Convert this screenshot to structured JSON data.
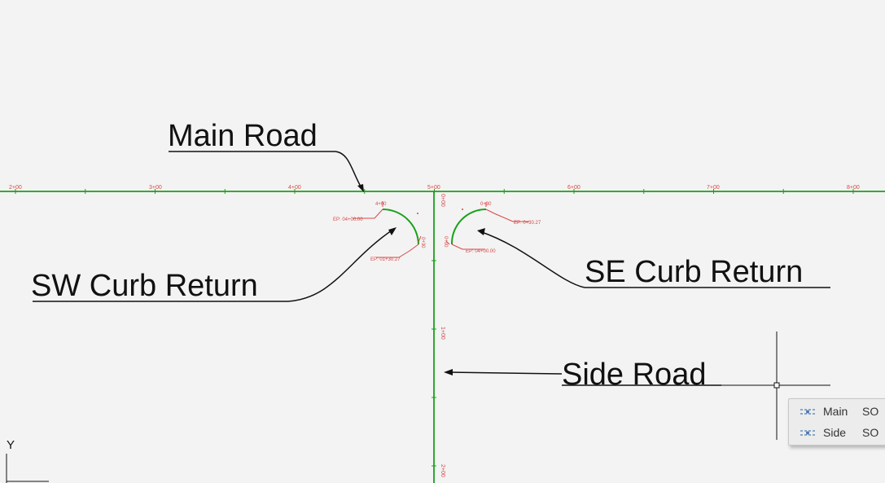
{
  "callouts": {
    "main_road": "Main Road",
    "sw_curb_return": "SW Curb Return",
    "se_curb_return": "SE Curb Return",
    "side_road": "Side Road"
  },
  "main_road_stations": [
    "2+00",
    "3+00",
    "4+00",
    "5+00",
    "6+00",
    "7+00",
    "8+00"
  ],
  "side_road_stations": [
    "0+00",
    "1+00",
    "2+00"
  ],
  "sw_labels": {
    "top": "4+00",
    "ep_left": "EP: 04+00.00",
    "bottom": "EP: 01+30.27",
    "right": "0+30"
  },
  "se_labels": {
    "top": "0+30",
    "ep_right": "EP: 0+30.27",
    "bottom": "EP: 04+00.00",
    "left": "0+00"
  },
  "ucs": {
    "y_axis": "Y"
  },
  "tooltip": {
    "rows": [
      {
        "label": "Main",
        "value": "SO"
      },
      {
        "label": "Side",
        "value": "SO"
      }
    ]
  },
  "colors": {
    "alignment": "#1aa01a",
    "station_label": "#d84848",
    "annotation": "#111111"
  }
}
